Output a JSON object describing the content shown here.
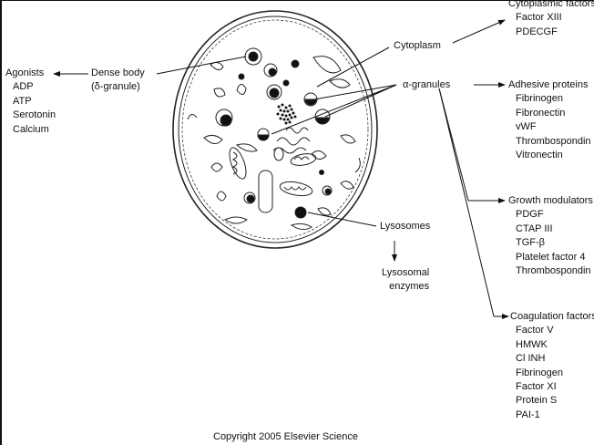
{
  "cytoplasmic": {
    "heading": "Cytoplasmic factors",
    "items": [
      "Factor XIII",
      "PDECGF"
    ]
  },
  "cytoplasm_label": "Cytoplasm",
  "alpha_granules_label": "α-granules",
  "dense_body": {
    "line1": "Dense body",
    "line2": "(δ-granule)"
  },
  "agonists": {
    "heading": "Agonists",
    "items": [
      "ADP",
      "ATP",
      "Serotonin",
      "Calcium"
    ]
  },
  "adhesive": {
    "heading": "Adhesive proteins",
    "items": [
      "Fibrinogen",
      "Fibronectin",
      "vWF",
      "Thrombospondin",
      "Vitronectin"
    ]
  },
  "growth": {
    "heading": "Growth modulators",
    "items": [
      "PDGF",
      "CTAP III",
      "TGF-β",
      "Platelet factor 4",
      "Thrombospondin"
    ]
  },
  "coagulation": {
    "heading": "Coagulation factors",
    "items": [
      "Factor V",
      "HMWK",
      "Cl INH",
      "Fibrinogen",
      "Factor XI",
      "Protein S",
      "PAI-1"
    ]
  },
  "lysosomes_label": "Lysosomes",
  "lysosomal_enzymes": {
    "line1": "Lysosomal",
    "line2": "enzymes"
  },
  "copyright": "Copyright 2005 Elsevier Science"
}
